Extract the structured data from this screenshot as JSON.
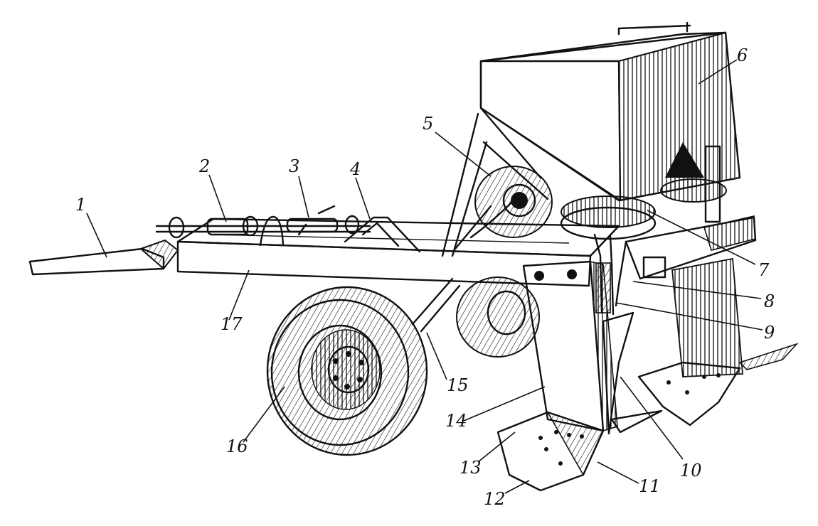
{
  "figure": {
    "callouts": [
      {
        "number": "1"
      },
      {
        "number": "2"
      },
      {
        "number": "3"
      },
      {
        "number": "4"
      },
      {
        "number": "5"
      },
      {
        "number": "6"
      },
      {
        "number": "7"
      },
      {
        "number": "8"
      },
      {
        "number": "9"
      },
      {
        "number": "10"
      },
      {
        "number": "11"
      },
      {
        "number": "12"
      },
      {
        "number": "13"
      },
      {
        "number": "14"
      },
      {
        "number": "15"
      },
      {
        "number": "16"
      },
      {
        "number": "17"
      }
    ]
  },
  "colors": {
    "ink": "#111111",
    "paper": "#ffffff"
  }
}
